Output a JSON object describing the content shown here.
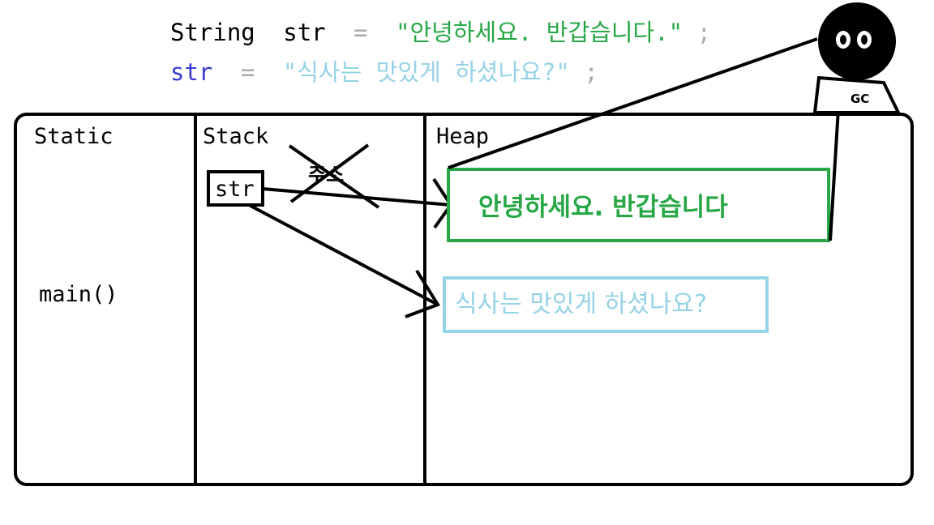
{
  "code": {
    "line1": {
      "type_keyword": "String",
      "var_name": "str",
      "equals": "=",
      "string_literal": "\"안녕하세요. 반갑습니다.\"",
      "semicolon": ";"
    },
    "line2": {
      "var_name": "str",
      "equals": "=",
      "string_literal": "\"식사는 맛있게 하셨나요?\"",
      "semicolon": ";"
    }
  },
  "memory": {
    "static_label": "Static",
    "stack_label": "Stack",
    "heap_label": "Heap",
    "static_method": "main()",
    "stack_variable": "str",
    "crossed_out_text": "주소",
    "heap_objects": {
      "old_string": "안녕하세요. 반갑습니다",
      "new_string": "식사는 맛있게 하셨나요?"
    }
  },
  "gc": {
    "label": "GC"
  },
  "colors": {
    "keyword_black": "#000000",
    "variable_blue": "#3a3ad0",
    "operator_gray": "#aaaaaa",
    "old_string_green": "#27a745",
    "new_string_light_blue": "#95d3e6",
    "line_black": "#000000"
  }
}
